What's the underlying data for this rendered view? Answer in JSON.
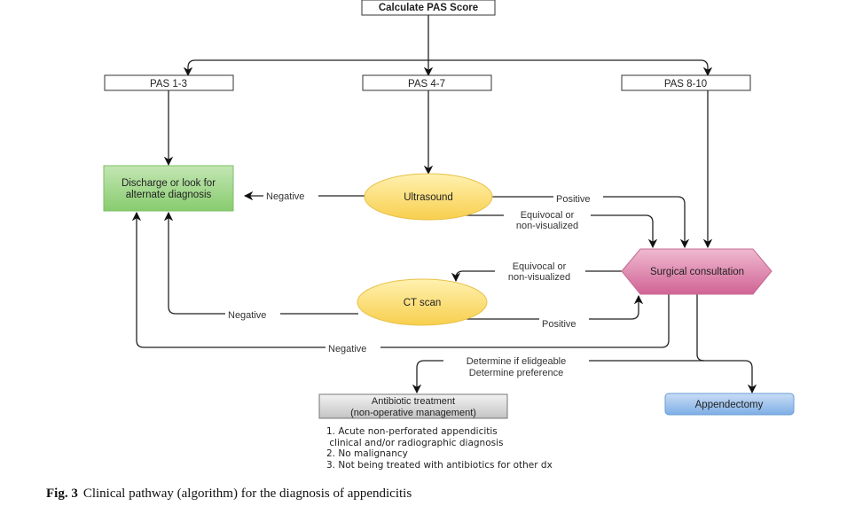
{
  "nodes": {
    "start": "Calculate PAS Score",
    "pas_low": "PAS 1-3",
    "pas_mid": "PAS 4-7",
    "pas_high": "PAS 8-10",
    "discharge": [
      "Discharge or look for",
      "alternate diagnosis"
    ],
    "ultrasound": "Ultrasound",
    "ct_scan": "CT scan",
    "surgical": "Surgical consultation",
    "antibiotic": [
      "Antibiotic treatment",
      "(non-operative management)"
    ],
    "appendectomy": "Appendectomy"
  },
  "edge_labels": {
    "us_negative": "Negative",
    "us_positive": "Positive",
    "us_equivocal": [
      "Equivocal or",
      "non-visualized"
    ],
    "surg_equivocal": [
      "Equivocal or",
      "non-visualized"
    ],
    "ct_negative": "Negative",
    "ct_positive": "Positive",
    "surg_negative": "Negative",
    "treatment_split": [
      "Determine if elidgeable",
      "Determine preference"
    ]
  },
  "criteria": [
    "1. Acute non-perforated appendicitis",
    " clinical and/or radiographic diagnosis",
    "2. No malignancy",
    "3. Not being treated with antibiotics for other dx"
  ],
  "caption": {
    "label": "Fig. 3",
    "text": "Clinical pathway (algorithm) for the diagnosis of appendicitis"
  },
  "colors": {
    "discharge_fill": "#9fd68a",
    "ellipse_fill": "#fbd96a",
    "surgical_fill": "#d97aa3",
    "antibiotic_fill": "#d6d6d6",
    "appendectomy_fill": "#8db7e8"
  }
}
